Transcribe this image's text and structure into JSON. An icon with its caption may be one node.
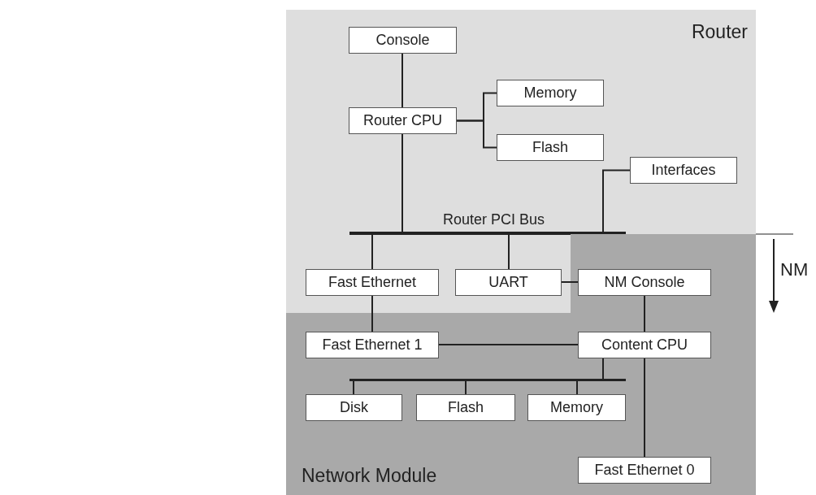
{
  "diagram": {
    "nodes": [
      {
        "text": [
          "Router"
        ]
      },
      {
        "text": [
          "Console"
        ],
        "in": 0
      },
      {
        "text": [
          "Router CPU"
        ],
        "in": 0
      },
      {
        "text": [
          "Memory"
        ],
        "in": 0
      },
      {
        "text": [
          "Flash"
        ],
        "in": 0
      },
      {
        "text": [
          "Interfaces"
        ],
        "in": 0
      },
      {
        "text": [],
        "shape": "bar",
        "in": 0
      },
      {
        "text": [
          "Fast Ethernet"
        ],
        "in": 0
      },
      {
        "text": [
          "UART"
        ],
        "in": 0
      },
      {
        "text": [
          "Network Module"
        ]
      },
      {
        "text": [
          "NM Console"
        ],
        "in": 9
      },
      {
        "text": [
          "Fast Ethernet 1"
        ],
        "in": 9
      },
      {
        "text": [
          "Content CPU"
        ],
        "in": 9
      },
      {
        "text": [],
        "shape": "bar",
        "in": 9
      },
      {
        "text": [
          "Disk"
        ],
        "in": 9
      },
      {
        "text": [
          "Flash"
        ],
        "in": 9
      },
      {
        "text": [
          "Memory"
        ],
        "in": 9
      },
      {
        "text": [
          "Fast Ethernet 0"
        ],
        "in": 9
      }
    ],
    "edges": [
      {
        "from": 1,
        "to": 2,
        "arrow": "none"
      },
      {
        "from": 2,
        "to": 3,
        "arrow": "none"
      },
      {
        "from": 2,
        "to": 4,
        "arrow": "none"
      },
      {
        "from": 2,
        "to": 6,
        "arrow": "none"
      },
      {
        "from": 5,
        "to": 6,
        "arrow": "none"
      },
      {
        "from": 6,
        "to": 7,
        "arrow": "none"
      },
      {
        "from": 6,
        "to": 8,
        "arrow": "none"
      },
      {
        "from": 8,
        "to": 10,
        "arrow": "none"
      },
      {
        "from": 7,
        "to": 11,
        "arrow": "none"
      },
      {
        "from": 10,
        "to": 12,
        "arrow": "none"
      },
      {
        "from": 11,
        "to": 12,
        "arrow": "none"
      },
      {
        "from": 12,
        "to": 13,
        "arrow": "none"
      },
      {
        "from": 13,
        "to": 14,
        "arrow": "none"
      },
      {
        "from": 13,
        "to": 15,
        "arrow": "none"
      },
      {
        "from": 13,
        "to": 16,
        "arrow": "none"
      },
      {
        "from": 12,
        "to": 17,
        "arrow": "none"
      }
    ],
    "labels": [
      "Router PCI Bus",
      "NM"
    ]
  }
}
